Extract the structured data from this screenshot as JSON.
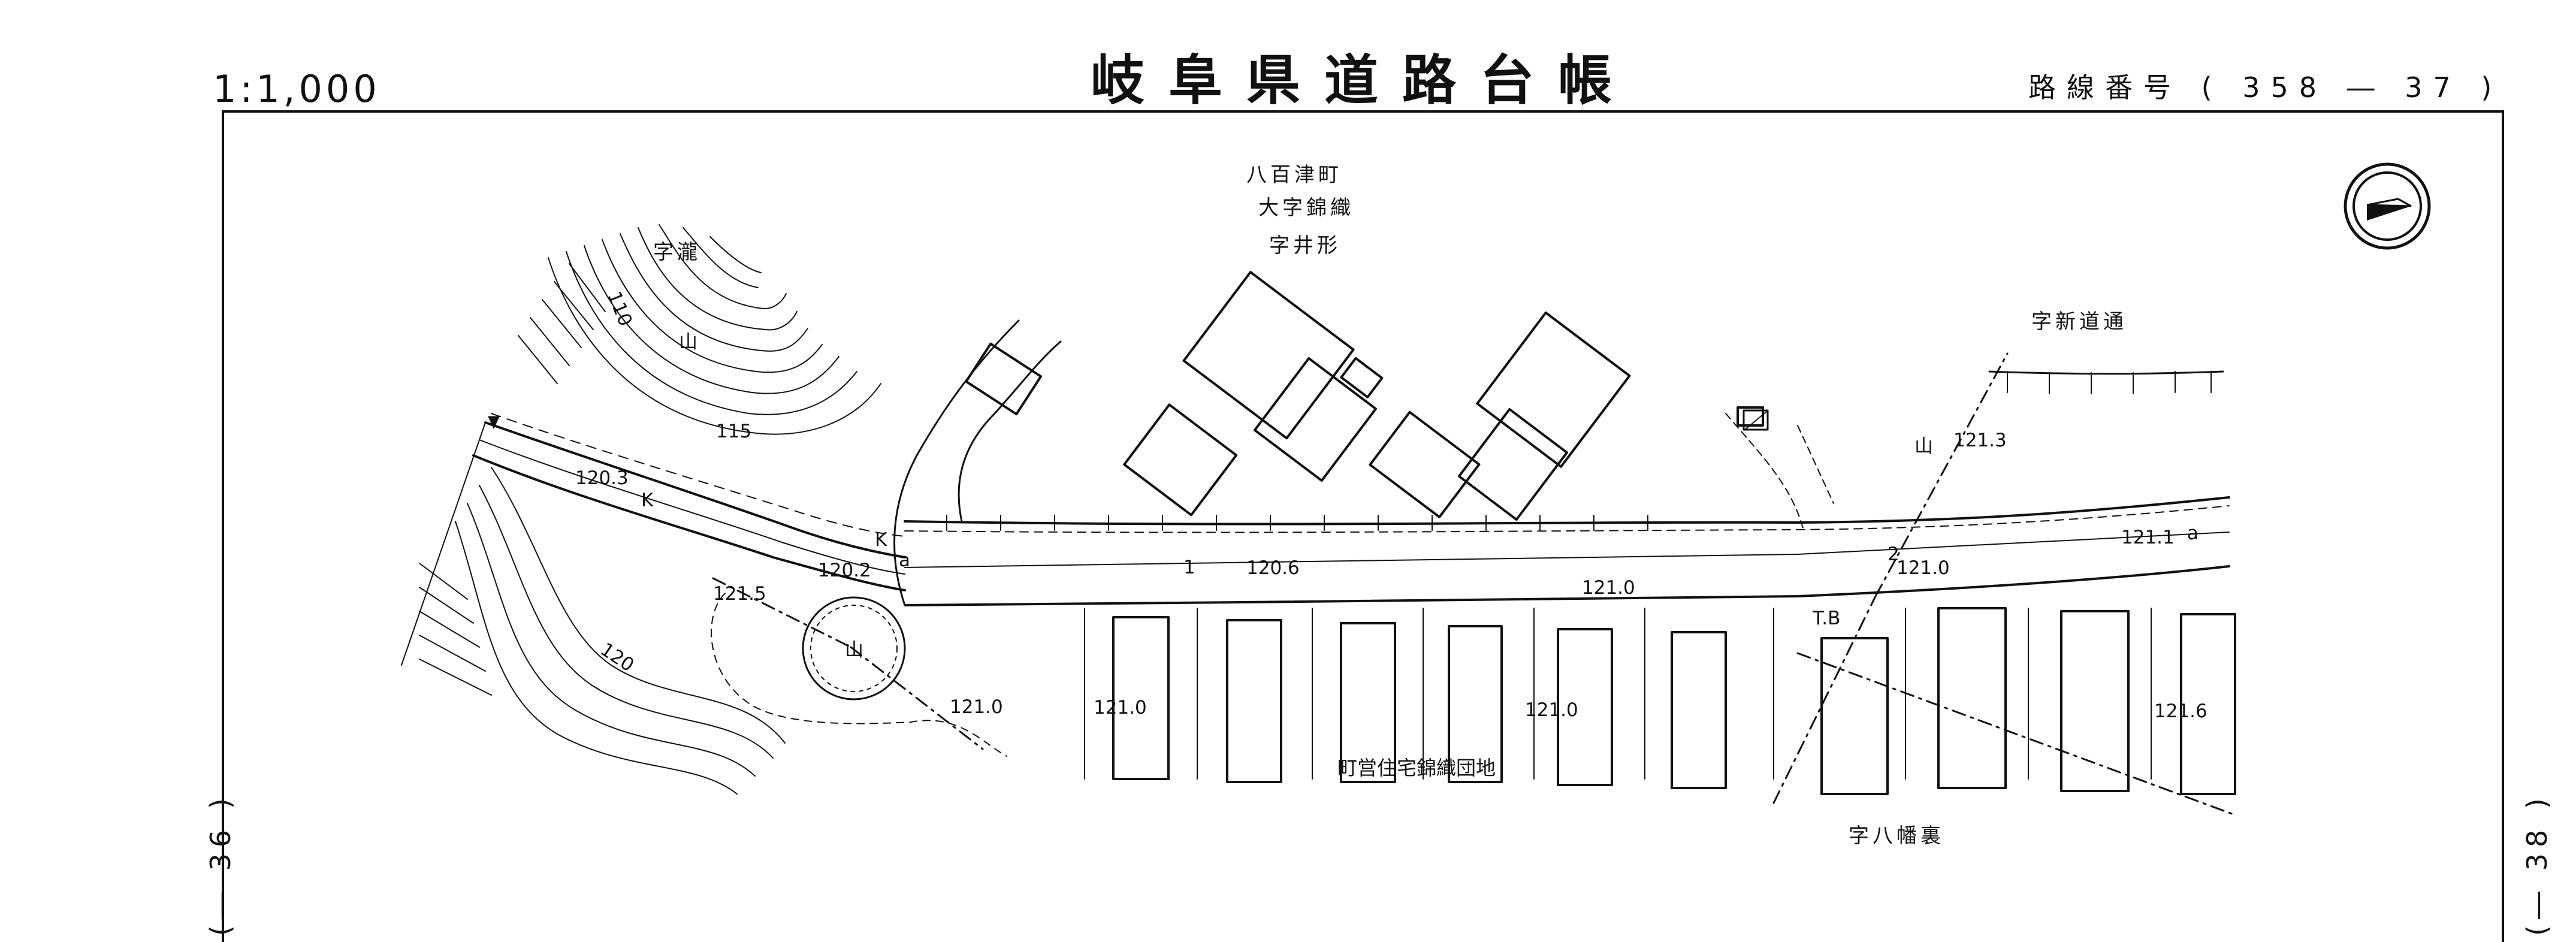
{
  "header": {
    "scale": "1:1,000",
    "title": "岐阜県道路台帳",
    "route_label": "路線番号",
    "route_value": "( 358 ― 37 )"
  },
  "page_numbers": {
    "left": "(― 36 )",
    "right": "(― 38 )"
  },
  "place_names": {
    "town": "八百津町",
    "oaza": "大字錦織",
    "aza_top": "字井形",
    "aza_upper_left": "字瀧",
    "aza_new_road": "字新道通",
    "aza_bottom_right": "字八幡裏"
  },
  "facilities": {
    "housing_estate": "町営住宅錦織団地"
  },
  "elevations": {
    "e1": "120.3",
    "e2": "120.2",
    "e3": "121.5",
    "e4": "121.0",
    "e5": "120.6",
    "e6": "121.0",
    "e7": "121.0",
    "e8": "121.3",
    "e9": "121.1",
    "e10": "121.0",
    "e11": "121.6",
    "e12": "121.0",
    "e13": "T.B"
  },
  "contours": {
    "c110": "110",
    "c115": "115",
    "c120": "120"
  },
  "markers": {
    "k1": "K",
    "k2": "K",
    "a1": "a",
    "a2": "a",
    "n1": "1",
    "n2": "2",
    "mountain1": "山",
    "mountain2": "山",
    "mountain3": "山"
  },
  "colors": {
    "ink": "#111111",
    "paper": "#ffffff"
  },
  "icons": {
    "north_arrow": "compass-north-arrow-icon"
  }
}
